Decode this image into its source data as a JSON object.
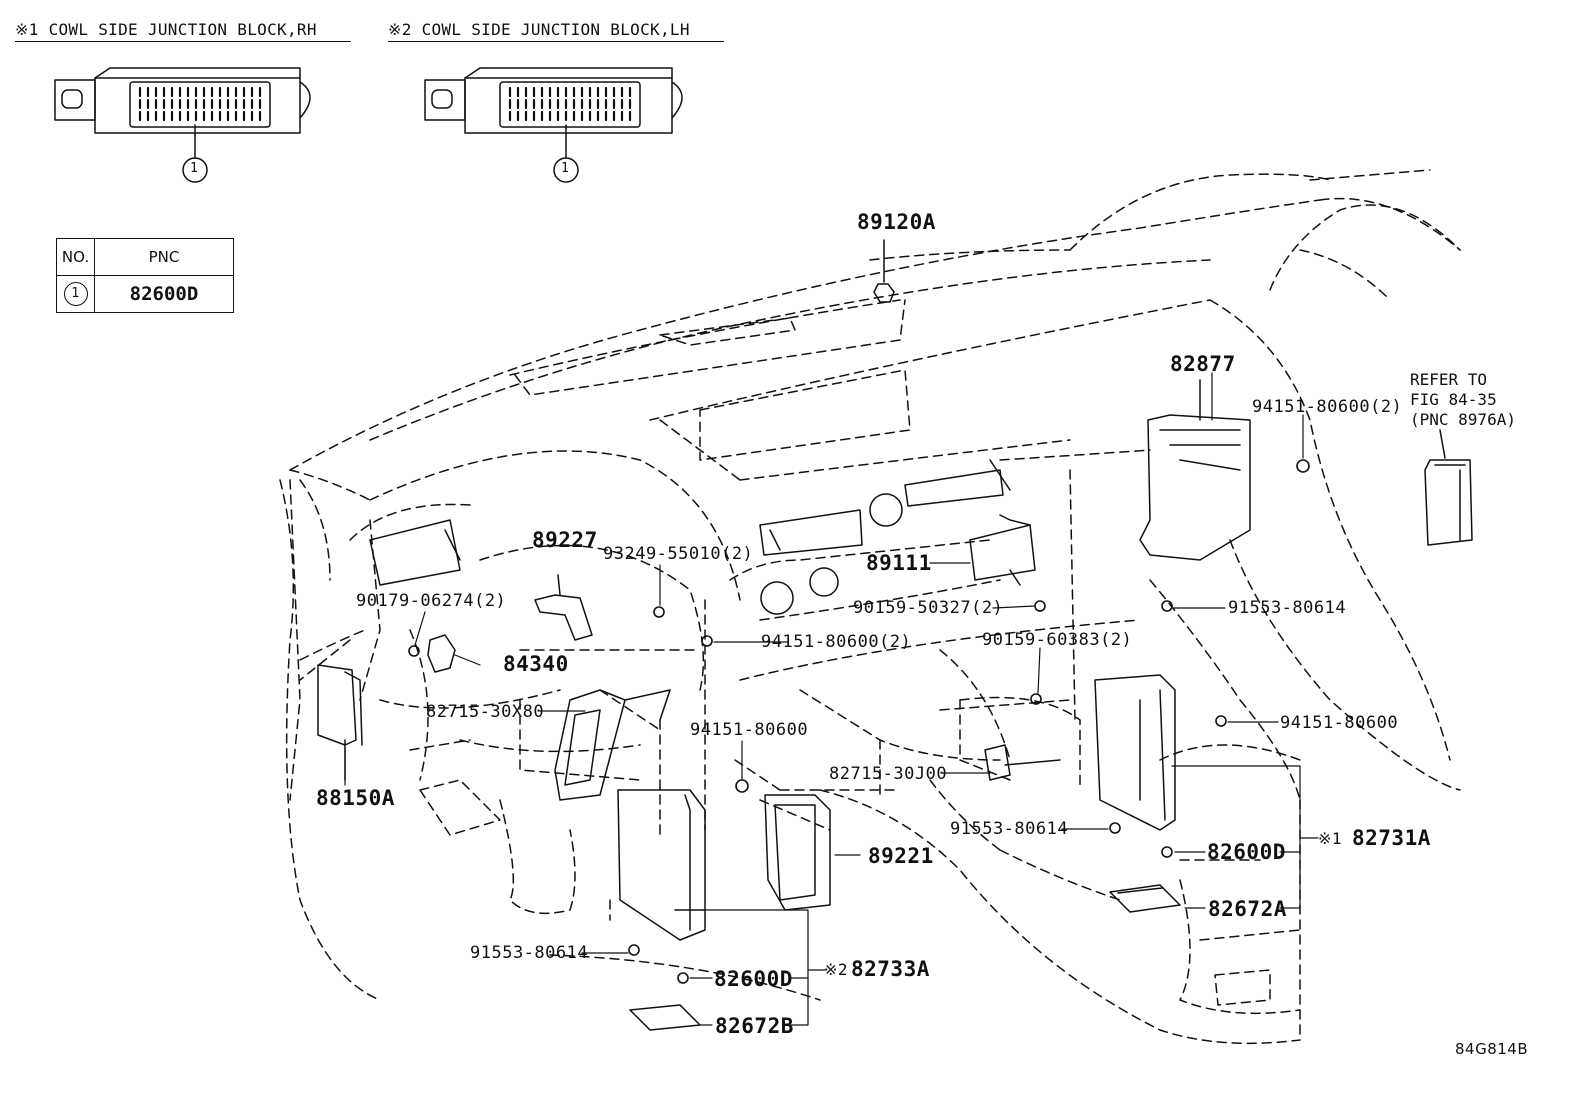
{
  "headers": {
    "rh": "※1 COWL SIDE JUNCTION BLOCK,RH",
    "lh": "※2 COWL SIDE JUNCTION BLOCK,LH"
  },
  "callouts": {
    "rh": "1",
    "lh": "1"
  },
  "pnc_table": {
    "col_no": "NO.",
    "col_pnc": "PNC",
    "rows": [
      {
        "no": "1",
        "pnc": "82600D"
      }
    ]
  },
  "refer": {
    "line1": "REFER TO",
    "line2": "FIG 84-35",
    "line3": "(PNC 8976A)"
  },
  "labels": {
    "p89120A": "89120A",
    "p82877": "82877",
    "p94151_80600_2_top": "94151-80600(2)",
    "p89227": "89227",
    "p93249": "93249-55010(2)",
    "p89111": "89111",
    "p90179": "90179-06274(2)",
    "p90159_50327": "90159-50327(2)",
    "p91553_right_top": "91553-80614",
    "p84340": "84340",
    "p94151_80600_2_mid": "94151-80600(2)",
    "p90159_60383": "90159-60383(2)",
    "p82715_30X80": "82715-30X80",
    "p94151_80600_right": "94151-80600",
    "p94151_80600_mid": "94151-80600",
    "p82715_30J00": "82715-30J00",
    "p88150A": "88150A",
    "p91553_mid": "91553-80614",
    "p89221": "89221",
    "p82600D_right": "82600D",
    "p82731A": "82731A",
    "p82731A_mark": "※1",
    "p82672A": "82672A",
    "p91553_bottom": "91553-80614",
    "p82600D_bottom": "82600D",
    "p82733A": "82733A",
    "p82733A_mark": "※2",
    "p82672B": "82672B"
  },
  "figure_id": "84G814B"
}
